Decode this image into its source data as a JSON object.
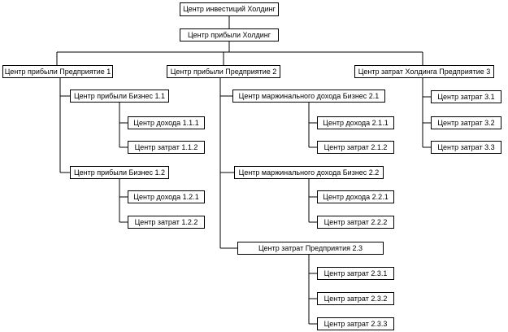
{
  "colors": {
    "line": "#000000",
    "box_border": "#000000",
    "background": "#ffffff"
  },
  "nodes": [
    {
      "id": "root",
      "label": "Центр инвестиций Холдинг"
    },
    {
      "id": "profit",
      "label": "Центр прибыли Холдинг"
    },
    {
      "id": "e1",
      "label": "Центр прибыли Предприятие 1"
    },
    {
      "id": "e2",
      "label": "Центр прибыли Предприятие 2"
    },
    {
      "id": "e3",
      "label": "Центр затрат Холдинга Предприятие 3"
    },
    {
      "id": "b11",
      "label": "Центр прибыли Бизнес 1.1"
    },
    {
      "id": "r111",
      "label": "Центр дохода 1.1.1"
    },
    {
      "id": "c112",
      "label": "Центр затрат 1.1.2"
    },
    {
      "id": "b12",
      "label": "Центр прибыли Бизнес 1.2"
    },
    {
      "id": "r121",
      "label": "Центр дохода 1.2.1"
    },
    {
      "id": "c122",
      "label": "Центр затрат 1.2.2"
    },
    {
      "id": "m21",
      "label": "Центр маржинального дохода Бизнес 2.1"
    },
    {
      "id": "r211",
      "label": "Центр дохода 2.1.1"
    },
    {
      "id": "c212",
      "label": "Центр затрат 2.1.2"
    },
    {
      "id": "m22",
      "label": "Центр маржинального дохода Бизнес 2.2"
    },
    {
      "id": "r221",
      "label": "Центр дохода 2.2.1"
    },
    {
      "id": "c222",
      "label": "Центр затрат 2.2.2"
    },
    {
      "id": "c23",
      "label": "Центр затрат Предприятия 2.3"
    },
    {
      "id": "c231",
      "label": "Центр затрат 2.3.1"
    },
    {
      "id": "c232",
      "label": "Центр затрат 2.3.2"
    },
    {
      "id": "c233",
      "label": "Центр затрат 2.3.3"
    },
    {
      "id": "c31",
      "label": "Центр затрат 3.1"
    },
    {
      "id": "c32",
      "label": "Центр затрат 3.2"
    },
    {
      "id": "c33",
      "label": "Центр затрат 3.3"
    }
  ],
  "edges": [
    [
      "root",
      "profit"
    ],
    [
      "profit",
      "e1"
    ],
    [
      "profit",
      "e2"
    ],
    [
      "profit",
      "e3"
    ],
    [
      "e1",
      "b11"
    ],
    [
      "e1",
      "b12"
    ],
    [
      "b11",
      "r111"
    ],
    [
      "b11",
      "c112"
    ],
    [
      "b12",
      "r121"
    ],
    [
      "b12",
      "c122"
    ],
    [
      "e2",
      "m21"
    ],
    [
      "e2",
      "m22"
    ],
    [
      "e2",
      "c23"
    ],
    [
      "m21",
      "r211"
    ],
    [
      "m21",
      "c212"
    ],
    [
      "m22",
      "r221"
    ],
    [
      "m22",
      "c222"
    ],
    [
      "c23",
      "c231"
    ],
    [
      "c23",
      "c232"
    ],
    [
      "c23",
      "c233"
    ],
    [
      "e3",
      "c31"
    ],
    [
      "e3",
      "c32"
    ],
    [
      "e3",
      "c33"
    ]
  ]
}
